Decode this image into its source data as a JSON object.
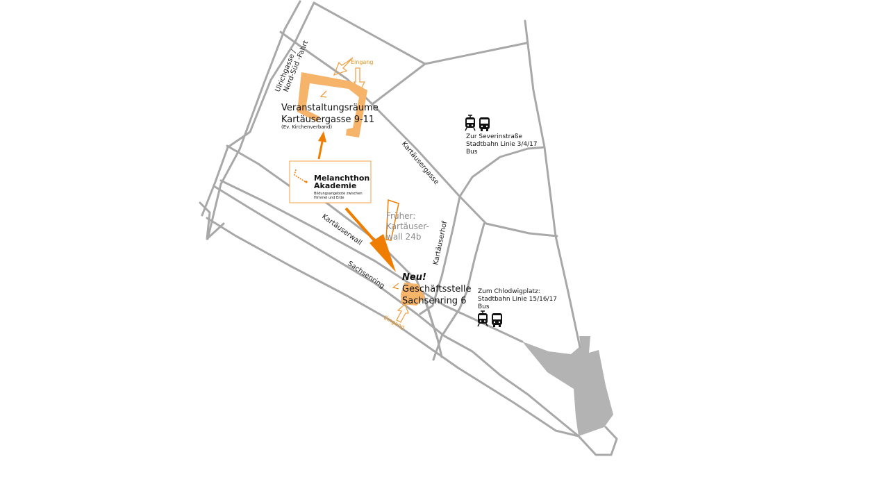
{
  "colors": {
    "road": "#a8a8a8",
    "accent": "#ef7d00",
    "accent_light": "#f6b36a",
    "park": "#b3b3b3",
    "text": "#111111",
    "old_text": "#8a8a8a"
  },
  "streets": {
    "ulrichgasse": "Ulrichgasse /",
    "nord_sued_fahrt": "Nord-Süd -Fahrt",
    "kartaeusergasse": "Kartäusergasse",
    "kartaeuserhof": "Kartäuserhof",
    "kartaeuserwall": "Kartäuserwall",
    "sachsenring": "Sachsenring"
  },
  "venue": {
    "title_1": "Veranstaltungsräume",
    "title_2": "Kartäusergasse 9-11",
    "note": "(Ev. Kirchenverband)",
    "entrance": "Eingang"
  },
  "office": {
    "new_badge": "Neu!",
    "title_1": "Geschäftsstelle",
    "title_2": "Sachsenring 6",
    "entrance": "Eingang"
  },
  "former": {
    "line_1": "Früher:",
    "line_2": "Kartäuser-",
    "line_3": "wall 24b"
  },
  "logo": {
    "name_1": "Melanchthon",
    "name_2": "Akademie",
    "tagline_1": "Bildungsangebote zwischen",
    "tagline_2": "Himmel und Erde"
  },
  "transit_severin": {
    "line_1": "Zur Severinstraße",
    "line_2": "Stadtbahn Linie 3/4/17",
    "line_3": "Bus",
    "icons": [
      "tram-icon",
      "bus-icon"
    ]
  },
  "transit_chlodwig": {
    "line_1": "Zum Chlodwigplatz:",
    "line_2": "Stadtbahn Linie 15/16/17",
    "line_3": "Bus",
    "icons": [
      "tram-icon",
      "bus-icon"
    ]
  }
}
